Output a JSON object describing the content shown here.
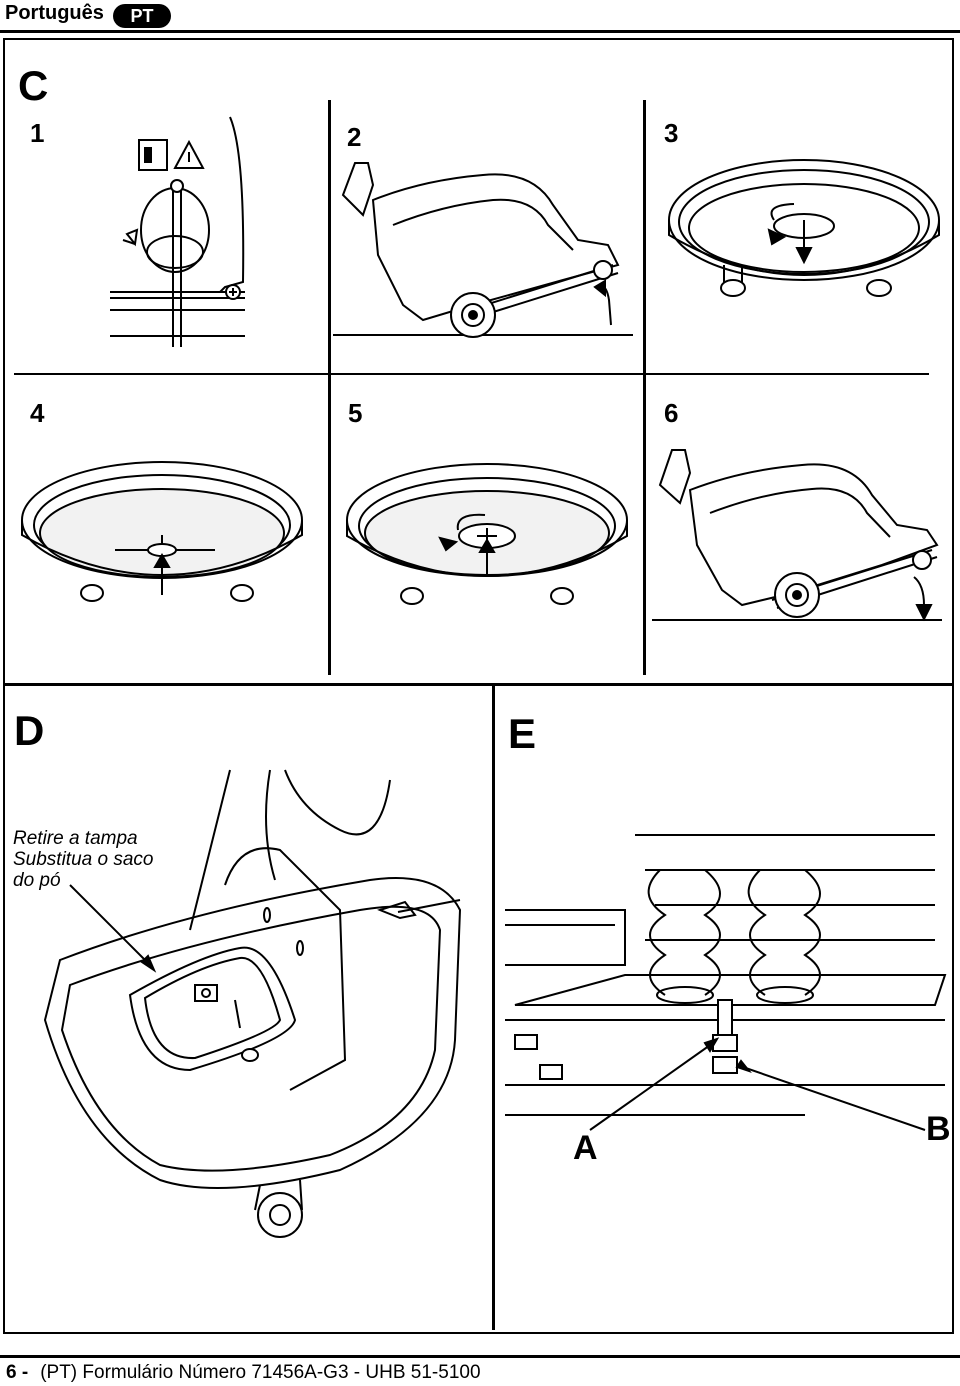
{
  "header": {
    "language": "Português",
    "badge": "PT"
  },
  "section_c": {
    "label": "C",
    "steps": [
      "1",
      "2",
      "3",
      "4",
      "5",
      "6"
    ]
  },
  "section_d": {
    "label": "D",
    "note_lines": [
      "Retire a tampa",
      "Substitua o saco",
      "do pó"
    ]
  },
  "section_e": {
    "label": "E",
    "callouts": [
      "A",
      "B"
    ]
  },
  "footer": {
    "page": "6 -",
    "text": "(PT) Formulário Número 71456A-G3 - UHB 51-5100"
  },
  "icons": [
    "info-manual-icon",
    "warning-triangle-icon",
    "rotate-arrow-icon",
    "up-arrow-icon",
    "down-arrow-icon"
  ]
}
